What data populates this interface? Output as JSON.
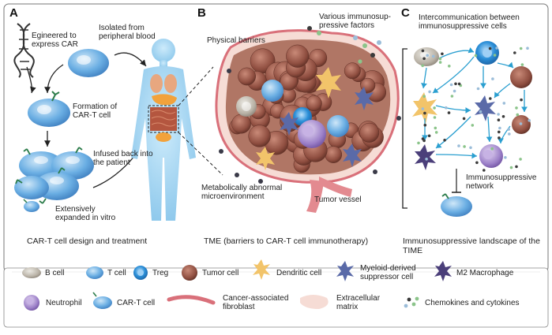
{
  "panels": {
    "a": {
      "label": "A",
      "engineered": [
        "Egineered to",
        "express CAR"
      ],
      "isolated": [
        "Isolated from",
        "peripheral blood"
      ],
      "formation": [
        "Formation of",
        "CAR-T cell"
      ],
      "infused": [
        "Infused back into",
        "the patient"
      ],
      "expanded": [
        "Extensively",
        "expanded in vitro"
      ],
      "caption": "CAR-T cell design and treatment"
    },
    "b": {
      "label": "B",
      "physical": "Physical barriers",
      "factors": [
        "Various immunosup-",
        "pressive factors"
      ],
      "metabolic": [
        "Metabolically abnormal",
        "microenvironment"
      ],
      "vessel": "Tumor vessel",
      "caption": "TME (barriers to CAR-T cell immunotherapy)"
    },
    "c": {
      "label": "C",
      "inter": [
        "Intercommunication between",
        "immunosuppressive cells"
      ],
      "network": [
        "Immunosuppressive",
        "network"
      ],
      "caption": [
        "Immunosuppressive landscape of the",
        "TIME"
      ]
    }
  },
  "legend": {
    "b_cell": "B cell",
    "t_cell": "T cell",
    "treg": "Treg",
    "tumor": "Tumor cell",
    "dendritic": "Dendritic cell",
    "mdsc": [
      "Myeloid-derived",
      "suppressor cell"
    ],
    "m2": "M2 Macrophage",
    "neutrophil": "Neutrophil",
    "cart": "CAR-T cell",
    "caf": [
      "Cancer-associated",
      "fibroblast"
    ],
    "ecm": [
      "Extracellular",
      "matrix"
    ],
    "chemokines": "Chemokines and cytokines"
  },
  "colors": {
    "panel_border": "#555555",
    "body": "#9fd3f0",
    "tcell": "#5ea6dd",
    "tumor": "#9a5a4a",
    "tumor_dark": "#6e3a2e",
    "treg": "#2b8fd8",
    "dendritic": "#f2c46a",
    "mdsc": "#5a6aa8",
    "neutrophil": "#9a7ac4",
    "caf": "#d9707a",
    "ecm": "#f4cfc8",
    "arrow": "#2a9fd0"
  }
}
